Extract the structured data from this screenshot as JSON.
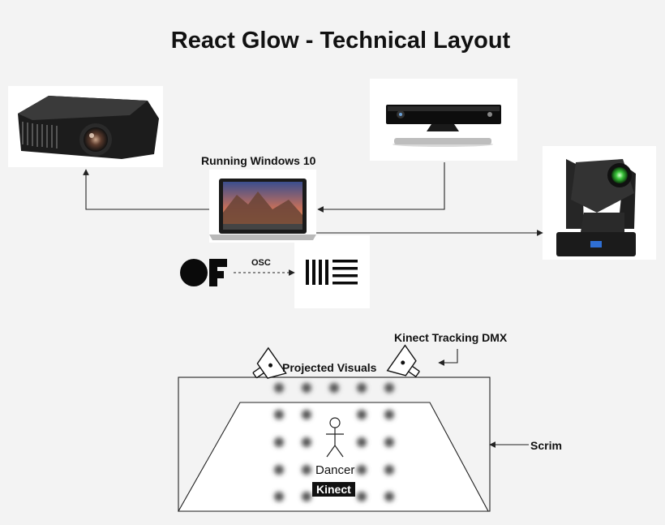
{
  "title": "React Glow - Technical Layout",
  "labels": {
    "laptop_os": "Running Windows 10",
    "osc": "OSC",
    "kinect_dmx": "Kinect Tracking DMX",
    "projected": "Projected Visuals",
    "scrim": "Scrim",
    "dancer": "Dancer",
    "kinect": "Kinect"
  },
  "icons": {
    "projector": "projector-icon",
    "kinect_sensor": "kinect-sensor-icon",
    "moving_head": "moving-head-light-icon",
    "laptop": "laptop-icon",
    "openframeworks": "openframeworks-logo",
    "ableton": "ableton-logo",
    "spotlight": "spotlight-icon",
    "dancer": "stick-figure-icon"
  },
  "colors": {
    "background": "#f3f3f3",
    "card": "#ffffff",
    "line": "#222222",
    "glow": "#3ac43a"
  }
}
